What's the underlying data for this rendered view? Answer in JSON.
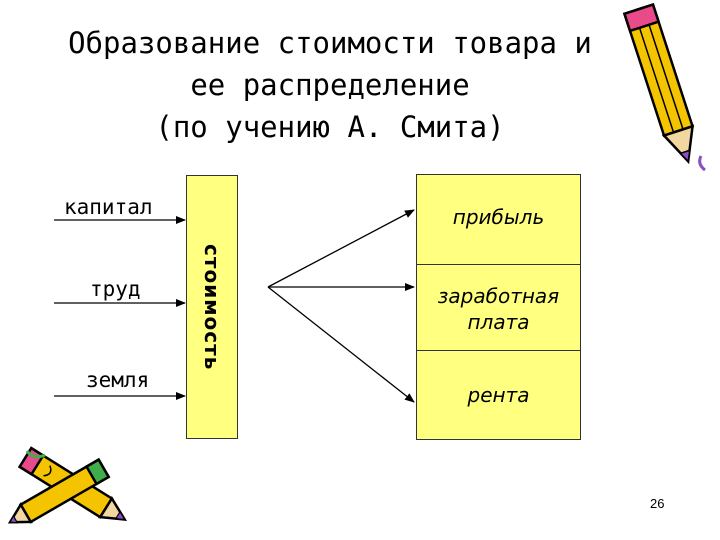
{
  "title": {
    "line1": "Образование стоимости товара и",
    "line2": "ее распределение",
    "line3": "(по учению А. Смита)"
  },
  "inputs": {
    "capital": "капитал",
    "labor": "труд",
    "land": "земля"
  },
  "center_label": "стоимость",
  "outputs": {
    "profit": "прибыль",
    "wages_line1": "заработная",
    "wages_line2": "плата",
    "rent": "рента"
  },
  "page_number": "26",
  "colors": {
    "box_fill": "#ffff80",
    "pencil_yellow": "#f5c400",
    "pencil_purple": "#8a4fc0"
  }
}
